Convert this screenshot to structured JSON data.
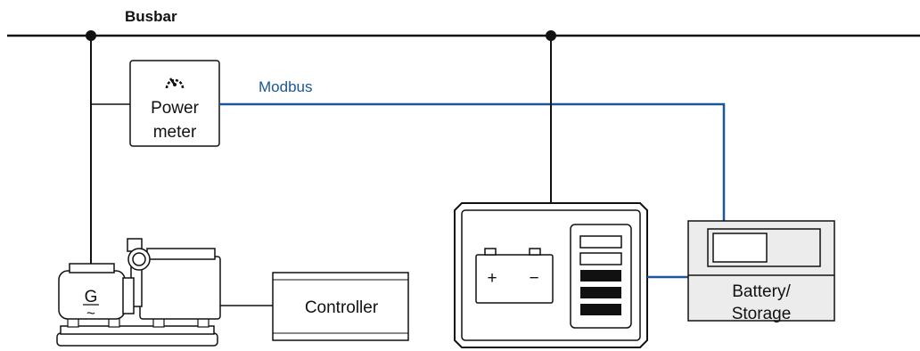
{
  "labels": {
    "busbar": "Busbar",
    "modbus": "Modbus",
    "power_meter_line1": "Power",
    "power_meter_line2": "meter",
    "controller": "Controller",
    "battery_line1": "Battery/",
    "battery_line2": "Storage",
    "generator": "G",
    "generator_symbol": "~",
    "battery_plus": "+",
    "battery_minus": "−"
  },
  "colors": {
    "line": "#111111",
    "modbus": "#1a5796",
    "fill": "#ffffff",
    "storage_fill": "#ececec"
  }
}
